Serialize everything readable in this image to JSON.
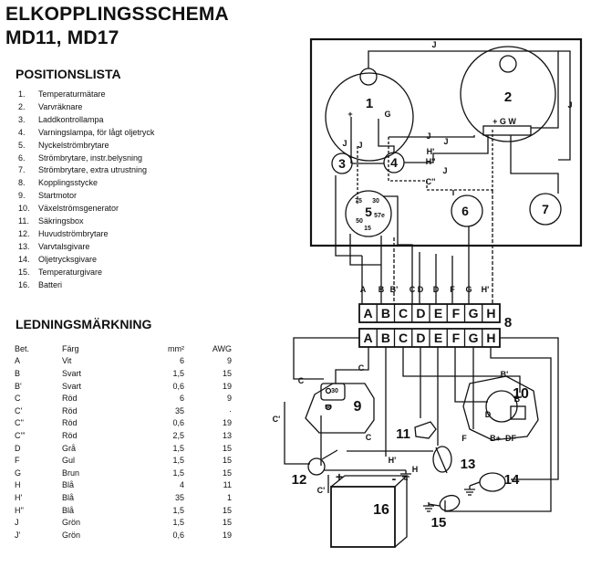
{
  "title_line1": "ELKOPPLINGSSCHEMA",
  "title_line2": "MD11, MD17",
  "position_list": {
    "heading": "POSITIONSLISTA",
    "items": [
      {
        "n": "1.",
        "label": "Temperaturmätare"
      },
      {
        "n": "2.",
        "label": "Varvräknare"
      },
      {
        "n": "3.",
        "label": "Laddkontrollampa"
      },
      {
        "n": "4.",
        "label": "Varningslampa, för lågt oljetryck"
      },
      {
        "n": "5.",
        "label": "Nyckelströmbrytare"
      },
      {
        "n": "6.",
        "label": "Strömbrytare, instr.belysning"
      },
      {
        "n": "7.",
        "label": "Strömbrytare, extra utrustning"
      },
      {
        "n": "8.",
        "label": "Kopplingsstycke"
      },
      {
        "n": "9.",
        "label": "Startmotor"
      },
      {
        "n": "10.",
        "label": "Växelströmsgenerator"
      },
      {
        "n": "11.",
        "label": "Säkringsbox"
      },
      {
        "n": "12.",
        "label": "Huvudströmbrytare"
      },
      {
        "n": "13.",
        "label": "Varvtalsgivare"
      },
      {
        "n": "14.",
        "label": "Oljetrycksgivare"
      },
      {
        "n": "15.",
        "label": "Temperaturgivare"
      },
      {
        "n": "16.",
        "label": "Batteri"
      }
    ]
  },
  "wiring": {
    "heading": "LEDNINGSMÄRKNING",
    "columns": [
      "Bet.",
      "Färg",
      "mm²",
      "AWG"
    ],
    "rows": [
      [
        "A",
        "Vit",
        "6",
        "9"
      ],
      [
        "B",
        "Svart",
        "1,5",
        "15"
      ],
      [
        "B'",
        "Svart",
        "0,6",
        "19"
      ],
      [
        "C",
        "Röd",
        "6",
        "9"
      ],
      [
        "C'",
        "Röd",
        "35",
        "·"
      ],
      [
        "C''",
        "Röd",
        "0,6",
        "19"
      ],
      [
        "C'''",
        "Röd",
        "2,5",
        "13"
      ],
      [
        "D",
        "Grå",
        "1,5",
        "15"
      ],
      [
        "F",
        "Gul",
        "1,5",
        "15"
      ],
      [
        "G",
        "Brun",
        "1,5",
        "15"
      ],
      [
        "H",
        "Blå",
        "4",
        "11"
      ],
      [
        "H'",
        "Blå",
        "35",
        "1"
      ],
      [
        "H''",
        "Blå",
        "1,5",
        "15"
      ],
      [
        "J",
        "Grön",
        "1,5",
        "15"
      ],
      [
        "J'",
        "Grön",
        "0,6",
        "19"
      ]
    ]
  },
  "diagram": {
    "connector_letters": [
      "A",
      "B",
      "C",
      "D",
      "E",
      "F",
      "G",
      "H"
    ],
    "wire_tags_above_connector": [
      "A",
      "B",
      "B'",
      "C",
      "D",
      "D",
      "F",
      "G",
      "H'"
    ],
    "component_numbers": [
      "1",
      "2",
      "3",
      "4",
      "5",
      "6",
      "7",
      "8",
      "9",
      "10",
      "11",
      "12",
      "13",
      "14",
      "15",
      "16"
    ],
    "gauge2_terminals": "+ G W",
    "gauge1_terminal_plus": "+",
    "gauge1_terminal_g": "G",
    "switch5_terminals": [
      "75",
      "30",
      "50",
      "57e",
      "15"
    ],
    "starter_terminals": [
      "30",
      "50"
    ],
    "alternator_terminals": [
      "B+",
      "DF",
      "D"
    ],
    "panel_wire_labels": [
      "J",
      "J",
      "J",
      "J",
      "J",
      "J",
      "H'",
      "H''",
      "J",
      "C''"
    ],
    "engine_wire_labels": [
      "C",
      "C",
      "C'",
      "C'",
      "C",
      "H'",
      "H",
      "B'",
      "F",
      "B'"
    ],
    "battery_plus": "+",
    "battery_minus": "-"
  }
}
